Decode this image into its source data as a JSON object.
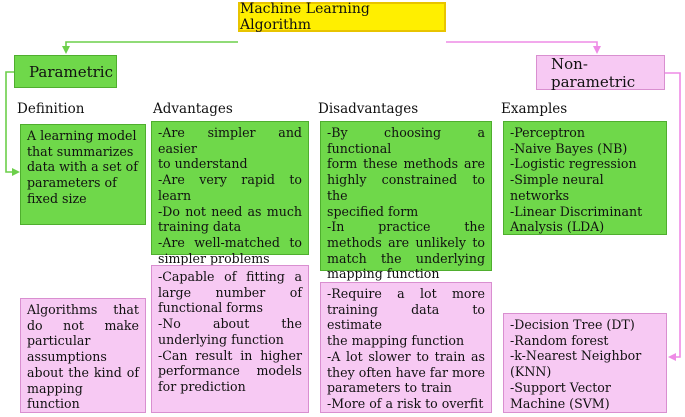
{
  "title": "Machine Learning Algorithm",
  "categories": {
    "parametric": "Parametric",
    "nonparametric": "Non-parametric"
  },
  "headers": [
    "Definition",
    "Advantages",
    "Disadvantages",
    "Examples"
  ],
  "parametric": {
    "definition": [
      "A learning model",
      "that summarizes",
      "data with a set of",
      "parameters of",
      "fixed size"
    ],
    "advantages": [
      "-Are simpler and easier",
      "to understand",
      "-Are very rapid to learn",
      "-Do not need as much",
      "training data",
      "-Are well-matched to",
      "simpler problems"
    ],
    "disadvantages": [
      "-By choosing a functional",
      "form these methods are",
      "highly constrained to the",
      "specified form",
      "-In practice the",
      "methods are unlikely to",
      "match the underlying",
      "mapping function"
    ],
    "examples": [
      "-Perceptron",
      "-Naive Bayes (NB)",
      "-Logistic regression",
      "-Simple neural networks",
      "-Linear Discriminant",
      "Analysis (LDA)"
    ]
  },
  "nonparametric": {
    "definition": [
      "Algorithms that",
      "do not make",
      "particular",
      "assumptions",
      "about the kind of",
      "mapping function"
    ],
    "advantages": [
      "-Capable of fitting a",
      "large number of",
      "functional forms",
      "-No about the",
      "underlying function",
      "-Can result in higher",
      "performance models",
      "for prediction"
    ],
    "disadvantages": [
      "-Require a lot more",
      "training data to estimate",
      "the mapping function",
      "-A lot slower to train as",
      "they often have far more",
      "parameters to train",
      "-More of a risk to overfit"
    ],
    "examples": [
      "-Decision Tree (DT)",
      "-Random forest",
      "-k-Nearest Neighbor",
      "(KNN)",
      "-Support Vector",
      "Machine (SVM)"
    ]
  },
  "colors": {
    "green": "#6fd84a",
    "pink": "#f7c9f3",
    "yellow": "#ffef00",
    "green_line": "#6ccf4a",
    "pink_line": "#ee8be6"
  }
}
